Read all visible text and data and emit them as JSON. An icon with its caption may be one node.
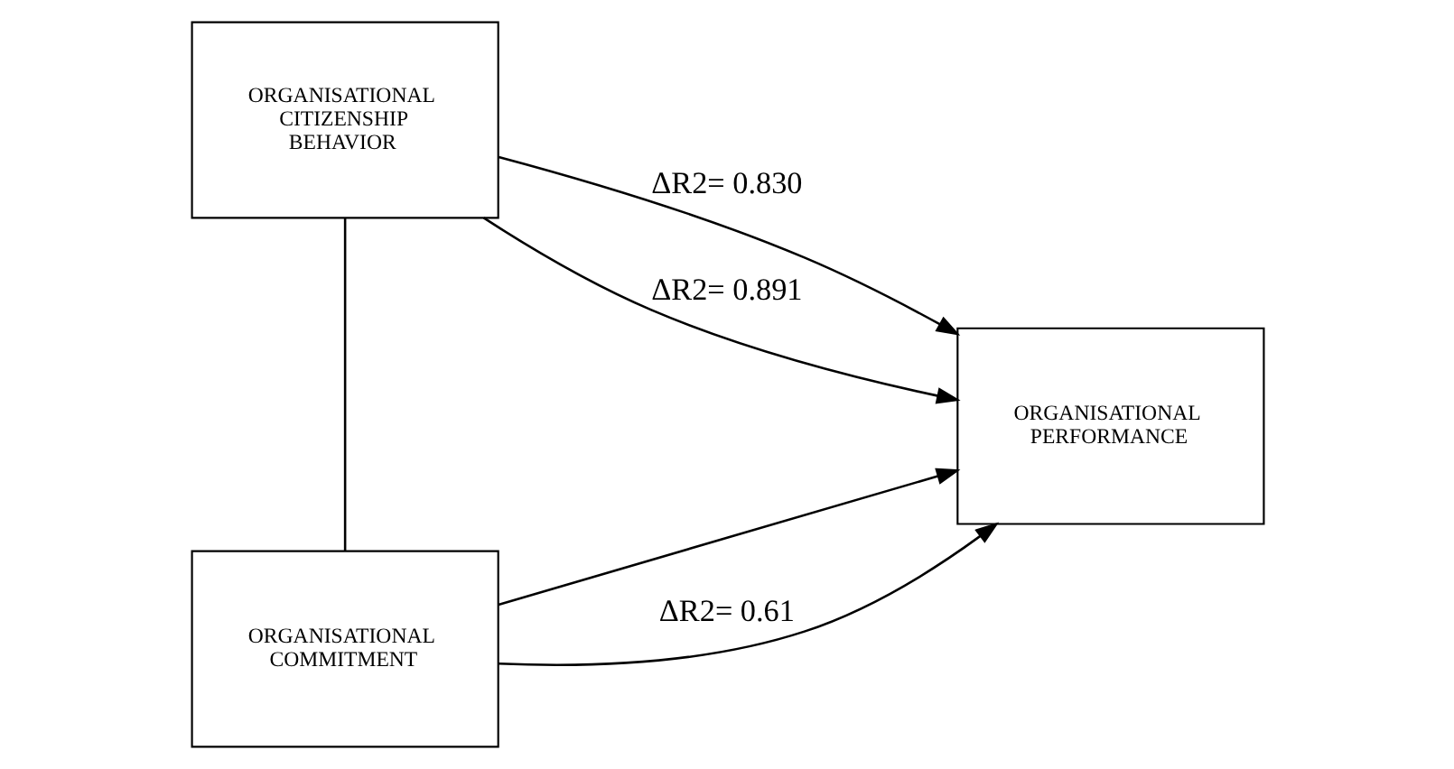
{
  "diagram": {
    "nodes": [
      {
        "text": [
          "ORGANISATIONAL CITIZENSHIP BEHAVIOR"
        ]
      },
      {
        "text": [
          "ORGANISATIONAL COMMITMENT"
        ]
      },
      {
        "text": [
          "ORGANISATIONAL PERFORMANCE"
        ]
      }
    ],
    "edges": [
      {
        "from": 0,
        "to": 2,
        "arrow": "to",
        "label": "ΔR2= 0.830"
      },
      {
        "from": 0,
        "to": 1,
        "arrow": "none"
      },
      {
        "from": 0,
        "to": 2,
        "arrow": "to",
        "label": "ΔR2= 0.891"
      },
      {
        "from": 1,
        "to": 2,
        "arrow": "to"
      },
      {
        "from": 1,
        "to": 2,
        "arrow": "to",
        "label": "ΔR2= 0.61"
      }
    ]
  }
}
